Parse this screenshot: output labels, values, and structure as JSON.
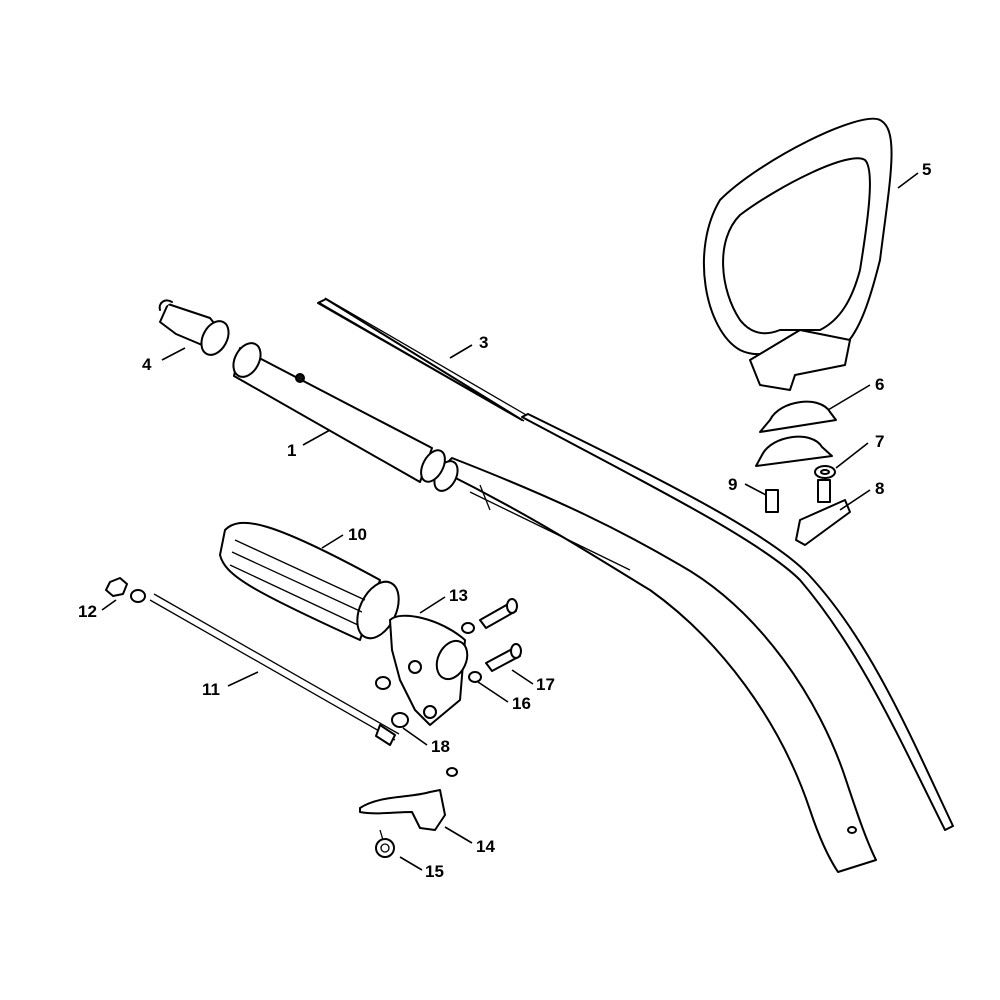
{
  "diagram": {
    "parts": [
      {
        "id": "1",
        "label": "1"
      },
      {
        "id": "3",
        "label": "3"
      },
      {
        "id": "4",
        "label": "4"
      },
      {
        "id": "5",
        "label": "5"
      },
      {
        "id": "6",
        "label": "6"
      },
      {
        "id": "7",
        "label": "7"
      },
      {
        "id": "8",
        "label": "8"
      },
      {
        "id": "9",
        "label": "9"
      },
      {
        "id": "10",
        "label": "10"
      },
      {
        "id": "11",
        "label": "11"
      },
      {
        "id": "12",
        "label": "12"
      },
      {
        "id": "13",
        "label": "13"
      },
      {
        "id": "14",
        "label": "14"
      },
      {
        "id": "15",
        "label": "15"
      },
      {
        "id": "16",
        "label": "16"
      },
      {
        "id": "17",
        "label": "17"
      },
      {
        "id": "18",
        "label": "18"
      }
    ]
  }
}
